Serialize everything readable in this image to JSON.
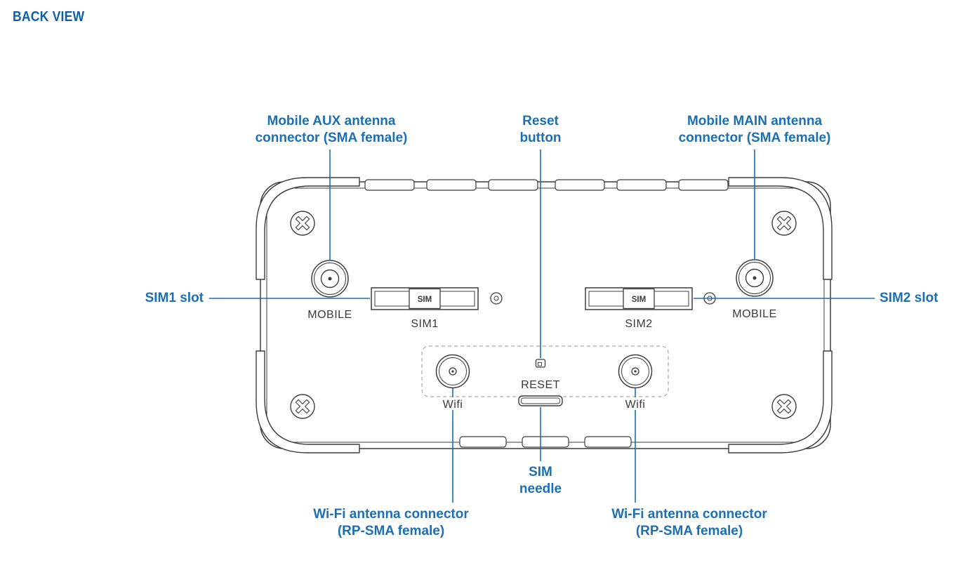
{
  "page": {
    "title": "BACK VIEW"
  },
  "colors": {
    "accent": "#1b6fb5",
    "heading": "#0e61a9",
    "drawing_line": "#3d3d3d",
    "dashed_outline": "#a7a7a7"
  },
  "callouts": {
    "mobile_aux": {
      "line1": "Mobile AUX antenna",
      "line2": "connector (SMA female)"
    },
    "reset": {
      "line1": "Reset",
      "line2": "button"
    },
    "mobile_main": {
      "line1": "Mobile MAIN antenna",
      "line2": "connector (SMA female)"
    },
    "sim1": {
      "label": "SIM1 slot"
    },
    "sim2": {
      "label": "SIM2 slot"
    },
    "sim_needle": {
      "line1": "SIM",
      "line2": "needle"
    },
    "wifi_left": {
      "line1": "Wi-Fi antenna connector",
      "line2": "(RP-SMA female)"
    },
    "wifi_right": {
      "line1": "Wi-Fi antenna connector",
      "line2": "(RP-SMA female)"
    }
  },
  "device": {
    "labels": {
      "mobile_left": "MOBILE",
      "mobile_right": "MOBILE",
      "sim1": "SIM1",
      "sim2": "SIM2",
      "sim_tray_left": "SIM",
      "sim_tray_right": "SIM",
      "reset": "RESET",
      "wifi_left": "Wifi",
      "wifi_right": "Wifi"
    }
  }
}
